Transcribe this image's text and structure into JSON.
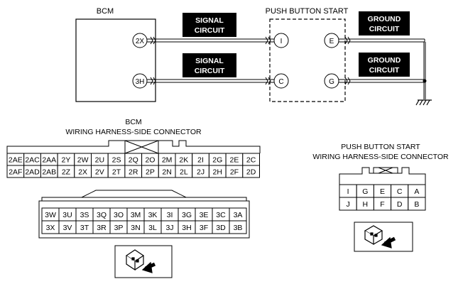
{
  "circuit": {
    "bcm_label": "BCM",
    "psb_label": "PUSH BUTTON START",
    "bcm_pins": [
      "2X",
      "3H"
    ],
    "psb_left_pins": [
      "I",
      "C"
    ],
    "psb_right_pins": [
      "E",
      "G"
    ],
    "signal_boxes": [
      [
        "SIGNAL",
        "CIRCUIT"
      ],
      [
        "SIGNAL",
        "CIRCUIT"
      ]
    ],
    "ground_boxes": [
      [
        "GROUND",
        "CIRCUIT"
      ],
      [
        "GROUND",
        "CIRCUIT"
      ]
    ]
  },
  "bcm_connector": {
    "title": "BCM",
    "subtitle": "WIRING HARNESS-SIDE CONNECTOR",
    "upper_rows": [
      [
        "2AE",
        "2AC",
        "2AA",
        "2Y",
        "2W",
        "2U",
        "2S",
        "2Q",
        "2O",
        "2M",
        "2K",
        "2I",
        "2G",
        "2E",
        "2C"
      ],
      [
        "2AF",
        "2AD",
        "2AB",
        "2Z",
        "2X",
        "2V",
        "2T",
        "2R",
        "2P",
        "2N",
        "2L",
        "2J",
        "2H",
        "2F",
        "2D"
      ]
    ],
    "lower_rows": [
      [
        "3W",
        "3U",
        "3S",
        "3Q",
        "3O",
        "3M",
        "3K",
        "3I",
        "3G",
        "3E",
        "3C",
        "3A"
      ],
      [
        "3X",
        "3V",
        "3T",
        "3R",
        "3P",
        "3N",
        "3L",
        "3J",
        "3H",
        "3F",
        "3D",
        "3B"
      ]
    ]
  },
  "psb_connector": {
    "title": "PUSH BUTTON START",
    "subtitle": "WIRING HARNESS-SIDE CONNECTOR",
    "rows": [
      [
        "I",
        "G",
        "E",
        "C",
        "A"
      ],
      [
        "J",
        "H",
        "F",
        "D",
        "B"
      ]
    ]
  }
}
